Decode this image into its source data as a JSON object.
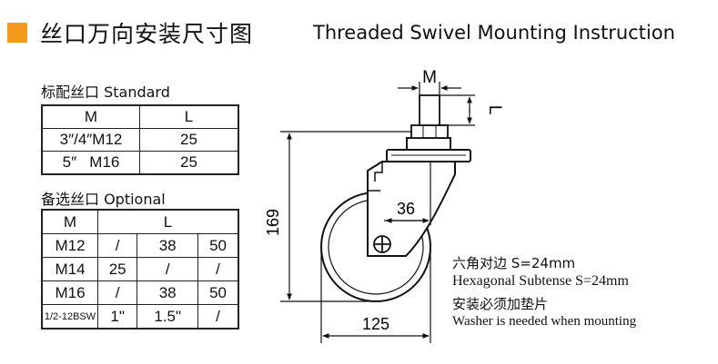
{
  "header": {
    "title_cn": "丝口万向安装尺寸图",
    "title_en": "Threaded Swivel Mounting Instruction",
    "accent_color": "#f39a1e"
  },
  "standard": {
    "label": "标配丝口 Standard",
    "headers": [
      "M",
      "L"
    ],
    "rows": [
      [
        "3″/4″M12",
        "25"
      ],
      [
        "5″   M16",
        "25"
      ]
    ]
  },
  "optional": {
    "label": "备选丝口 Optional",
    "headers": [
      "M",
      "L"
    ],
    "rows": [
      [
        "M12",
        "/",
        "38",
        "50"
      ],
      [
        "M14",
        "25",
        "/",
        "/"
      ],
      [
        "M16",
        "/",
        "38",
        "50"
      ],
      [
        "1/2-12BSW",
        "1\"",
        "1.5\"",
        "/"
      ]
    ]
  },
  "drawing": {
    "dim_m": "M",
    "dim_l": "L",
    "dim_offset": "36",
    "dim_height": "169",
    "dim_diameter": "125"
  },
  "notes": [
    "六角对边 S=24mm",
    "Hexagonal Subtense S=24mm",
    "安装必须加垫片",
    "Washer is needed when mounting"
  ]
}
